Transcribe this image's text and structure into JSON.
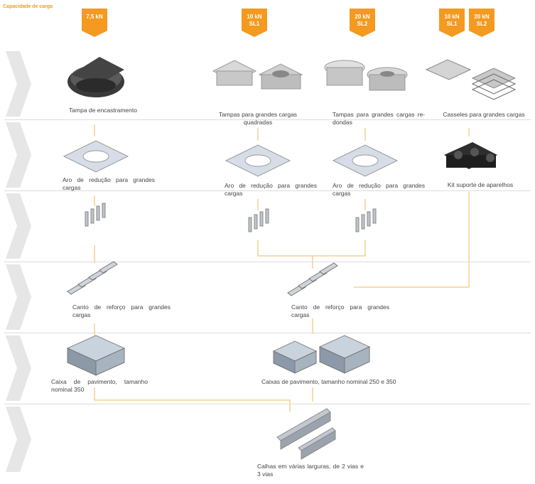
{
  "title": "Capacidade de carga",
  "badges": [
    {
      "line1": "7,5 kN",
      "line2": ""
    },
    {
      "line1": "10 kN",
      "line2": "SL1"
    },
    {
      "line1": "20 kN",
      "line2": "SL2"
    },
    {
      "line1": "10 kN",
      "line2": "SL1"
    },
    {
      "line1": "20 kN",
      "line2": "SL2"
    }
  ],
  "labels": {
    "tampa": "Tampa de encastramento",
    "tampas_quadradas": "Tampas para grandes cargas quadradas",
    "tampas_redondas": "Tampas para grandes cargas re-dondas",
    "casseles": "Casseles para grandes cargas",
    "aro1": "Aro de redução para grandes cargas",
    "aro2": "Aro de redução para grandes cargas",
    "aro3": "Aro de redução para grandes cargas",
    "kit": "Kit suporte de aparelhos",
    "canto1": "Canto de reforço para grandes cargas",
    "canto2": "Canto de reforço para grandes cargas",
    "caixa350": "Caixa de pavimento, tamanho nominal 350",
    "caixas250": "Caixas de pavimento, tamanho nominal 250 e 350",
    "calhas": "Calhas em várias larguras, de 2 vias e 3 vias"
  },
  "colors": {
    "accent": "#f39a1f",
    "line": "#f5b45a",
    "chevron": "#e6e6e6"
  }
}
